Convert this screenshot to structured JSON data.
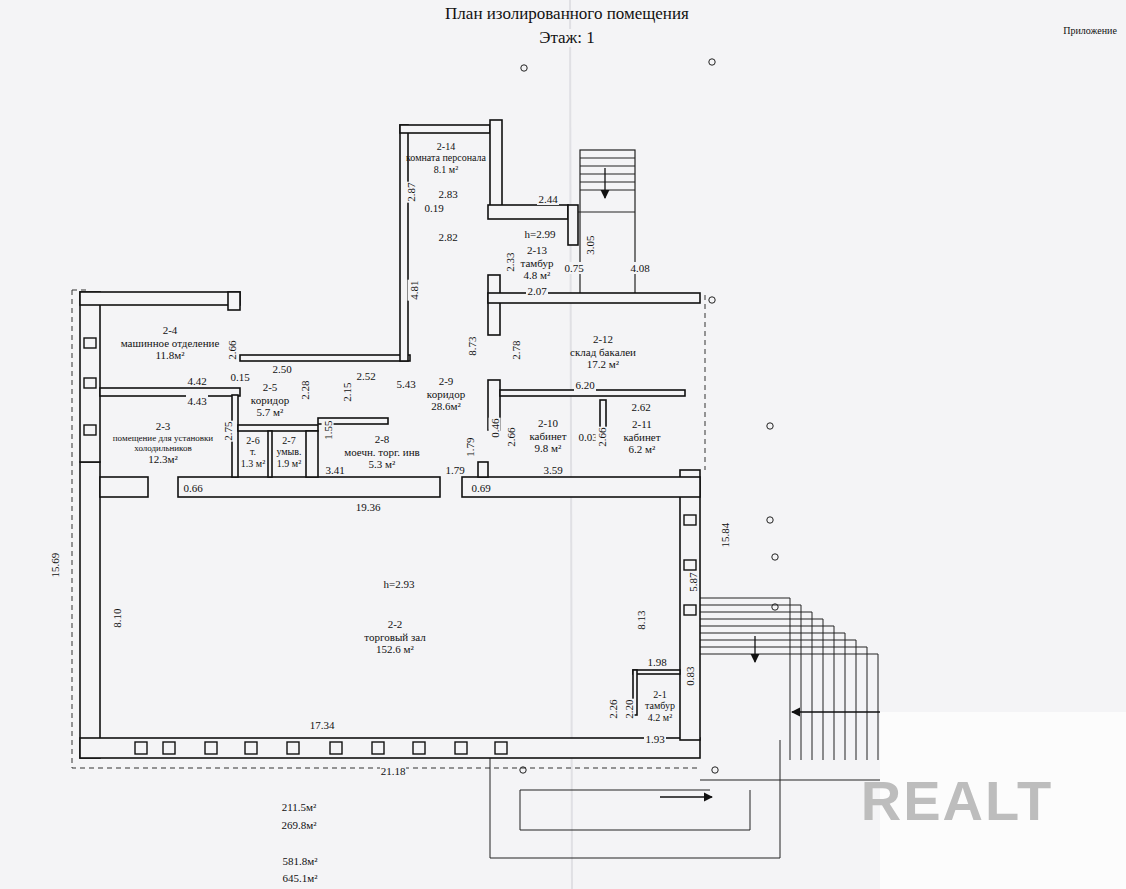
{
  "diagram": {
    "title": "План изолированного помещения",
    "nodes": [
      {
        "text": [
          "2-14",
          "комната персонала",
          "8.1 м²"
        ]
      },
      {
        "text": [
          "2-13",
          "тамбур",
          "4.8 м²"
        ]
      },
      {
        "text": [
          "2-4",
          "машинное отделение",
          "11.8м²"
        ]
      },
      {
        "text": [
          "2-12",
          "склад бакалеи",
          "17.2 м²"
        ]
      },
      {
        "text": [
          "2-5",
          "коридор",
          "5.7 м²"
        ]
      },
      {
        "text": [
          "2-9",
          "коридор",
          "28.6м²"
        ]
      },
      {
        "text": [
          "2-10",
          "кабинет",
          "9.8 м²"
        ]
      },
      {
        "text": [
          "2-11",
          "кабинет",
          "6.2 м²"
        ]
      },
      {
        "text": [
          "2-3",
          "помещение для установки холодильников",
          "12.3м²"
        ]
      },
      {
        "text": [
          "2-6",
          "т.",
          "1.3 м²"
        ]
      },
      {
        "text": [
          "2-7",
          "умыв.",
          "1.9 м²"
        ]
      },
      {
        "text": [
          "2-8",
          "моечн. торг. инв",
          "5.3 м²"
        ]
      },
      {
        "text": [
          "2-2",
          "торговый зал",
          "152.6 м²"
        ]
      },
      {
        "text": [
          "2-1",
          "тамбур",
          "4.2 м²"
        ]
      }
    ],
    "labels": [
      "Этаж: 1",
      "Приложение",
      "2.87",
      "2.83",
      "0.19",
      "2.82",
      "2.44",
      "h=2.99",
      "2.33",
      "3.05",
      "0.75",
      "2.07",
      "4.08",
      "4.81",
      "8.73",
      "2.78",
      "2.66",
      "2.50",
      "0.15",
      "4.42",
      "2.52",
      "2.28",
      "2.15",
      "5.43",
      "6.20",
      "4.43",
      "2.62",
      "0.46",
      "2.66",
      "0.03",
      "2.66",
      "2.75",
      "1.55",
      "1.79",
      "1.79",
      "3.41",
      "3.59",
      "0.66",
      "0.69",
      "19.36",
      "15.69",
      "15.84",
      "5.87",
      "h=2.93",
      "8.10",
      "8.13",
      "1.98",
      "0.83",
      "2.26",
      "2.20",
      "17.34",
      "1.93",
      "21.18",
      "211.5м²",
      "269.8м²",
      "581.8м²",
      "645.1м²",
      "REALT"
    ]
  }
}
